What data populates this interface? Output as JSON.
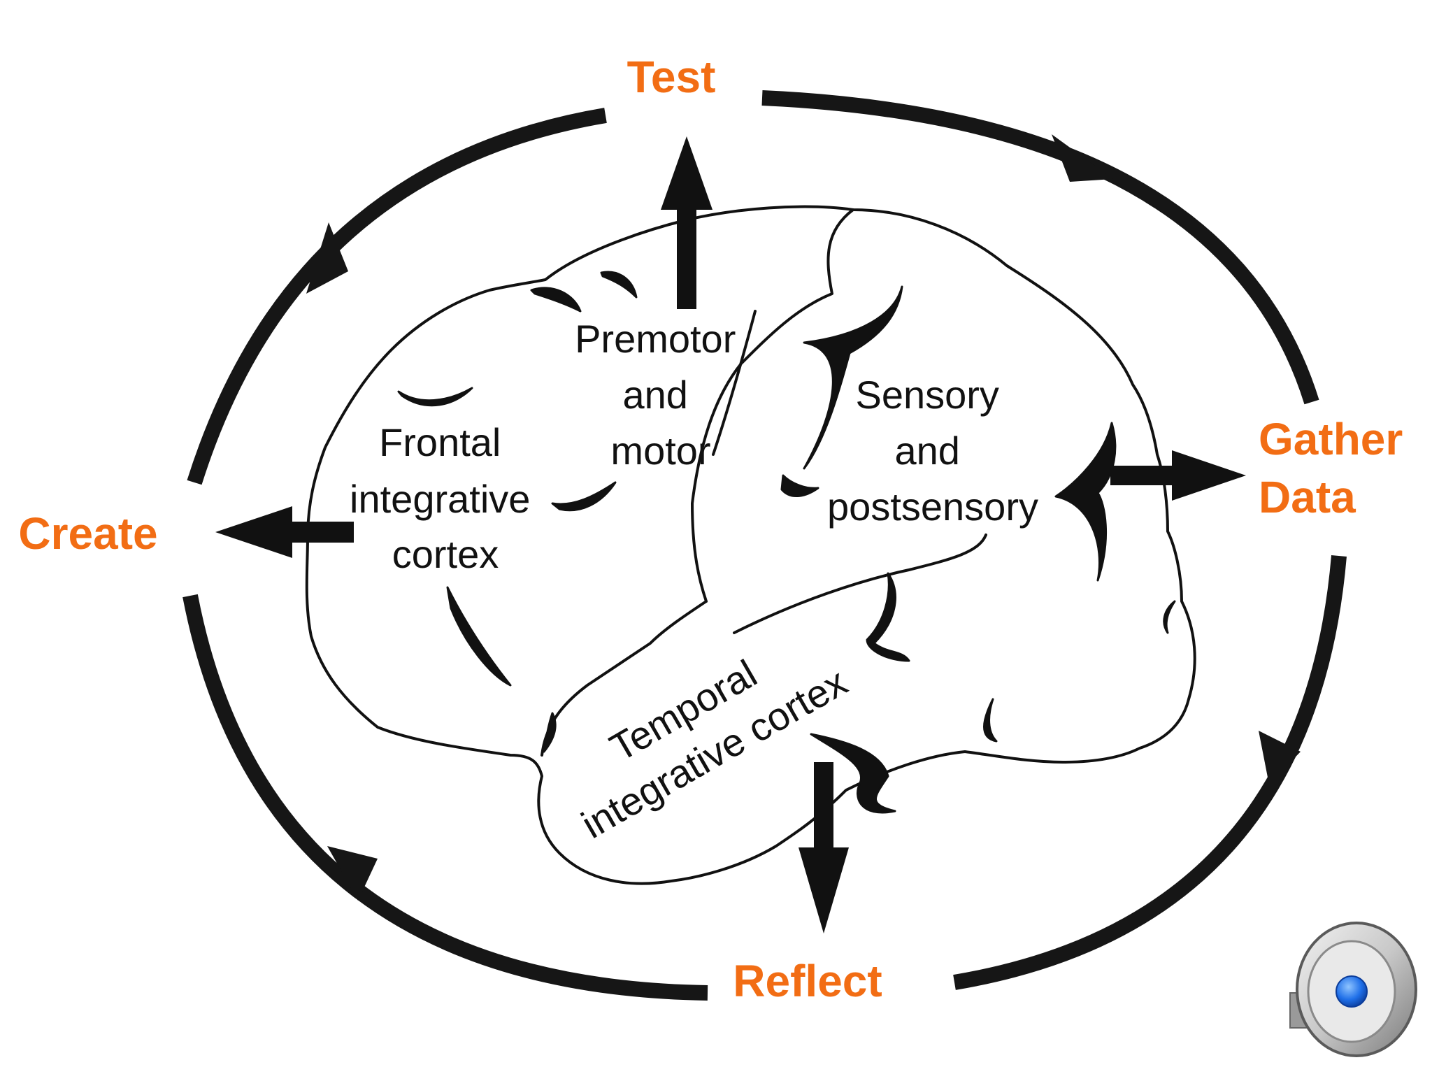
{
  "cycle": {
    "test": "Test",
    "gather": [
      "Gather",
      "Data"
    ],
    "reflect": "Reflect",
    "create": "Create"
  },
  "regions": {
    "frontal": [
      "Frontal",
      "integrative",
      "cortex"
    ],
    "premotor": [
      "Premotor",
      "and",
      "motor"
    ],
    "sensory": [
      "Sensory",
      "and",
      "postsensory"
    ],
    "temporal": [
      "Temporal",
      "integrative cortex"
    ]
  },
  "colors": {
    "label_accent": "#f26d14",
    "ink": "#161616",
    "speaker_blue": "#1f6fe8"
  },
  "icons": {
    "audio": "speaker-icon"
  }
}
